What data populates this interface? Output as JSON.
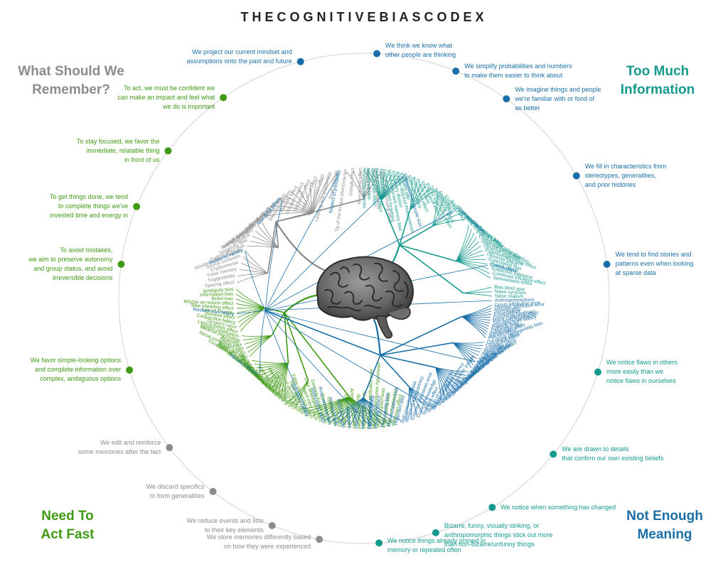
{
  "title": "THECOGNITIVEBIASCODEX",
  "colors": {
    "remember": "#8c8c8c",
    "information": "#159a8d",
    "meaning": "#1a6fa8",
    "fast": "#3f9a14",
    "circle": "#d5d5d5"
  },
  "quadrants": {
    "remember": {
      "line1": "What Should We",
      "line2": "Remember?"
    },
    "information": {
      "line1": "Too Much",
      "line2": "Information"
    },
    "fast": {
      "line1": "Need To",
      "line2": "Act Fast"
    },
    "meaning": {
      "line1": "Not Enough",
      "line2": "Meaning"
    }
  },
  "topics": [
    {
      "group": "remember",
      "lines": [
        "We store memories differently based",
        "on how they were experienced"
      ]
    },
    {
      "group": "remember",
      "lines": [
        "We reduce events and lists",
        "to their key elements"
      ]
    },
    {
      "group": "remember",
      "lines": [
        "We discard specifics",
        "to form generalities"
      ]
    },
    {
      "group": "remember",
      "lines": [
        "We edit and reinforce",
        "some memories after the fact"
      ]
    },
    {
      "group": "fast",
      "lines": [
        "We favor simple-looking options",
        "and complete information over",
        "complex, ambiguous options"
      ]
    },
    {
      "group": "fast",
      "lines": [
        "To avoid mistakes,",
        "we aim to preserve autonomy",
        "and group status, and avoid",
        "irreversible decisions"
      ]
    },
    {
      "group": "fast",
      "lines": [
        "To get things done, we tend",
        "to complete things we've",
        "invested time and energy in"
      ]
    },
    {
      "group": "fast",
      "lines": [
        "To stay focused, we favor the",
        "immediate, relatable thing",
        "in front of us"
      ]
    },
    {
      "group": "fast",
      "lines": [
        "To act, we must be confident we",
        "can make an impact and feel what",
        "we do is important"
      ]
    },
    {
      "group": "meaning",
      "lines": [
        "We project our current mindset and",
        "assumptions onto the past and future"
      ]
    },
    {
      "group": "meaning",
      "lines": [
        "We think we know what",
        "other people are thinking"
      ]
    },
    {
      "group": "meaning",
      "lines": [
        "We simplify probabilities and numbers",
        "to make them easier to think about"
      ]
    },
    {
      "group": "meaning",
      "lines": [
        "We imagine things and people",
        "we're familiar with or fond of",
        "as better"
      ]
    },
    {
      "group": "meaning",
      "lines": [
        "We fill in characteristics from",
        "stereotypes, generalities,",
        "and prior histories"
      ]
    },
    {
      "group": "meaning",
      "lines": [
        "We tend to find stories and",
        "patterns even when looking",
        "at sparse data"
      ]
    },
    {
      "group": "information",
      "lines": [
        "We notice flaws in others",
        "more easily than we",
        "notice flaws in ourselves"
      ]
    },
    {
      "group": "information",
      "lines": [
        "We are drawn to details",
        "that confirm our own existing beliefs"
      ]
    },
    {
      "group": "information",
      "lines": [
        "We notice when something has changed"
      ]
    },
    {
      "group": "information",
      "lines": [
        "Bizarre, funny, visually striking, or",
        "anthropomorphic things stick out more",
        "than non-bizarre/unfunny things"
      ]
    },
    {
      "group": "information",
      "lines": [
        "We notice things already primed in",
        "memory or repeated often"
      ]
    }
  ],
  "biases": {
    "remember": [
      "Tip of the tongue phenomenon",
      "Google effect",
      "Next-in-line effect",
      "Testing effect",
      "Absent-mindedness",
      "Levels of processing effect",
      "Suffix effect",
      "Serial position effect",
      "Part-list cueing effect",
      "Recency effect",
      "Primacy effect",
      "Memory inhibition",
      "Modality effect",
      "Duration neglect",
      "List-length effect",
      "Serial recall effect",
      "Misinformation effect",
      "Leveling and sharpening",
      "Peak-end rule",
      "Fading affect bias",
      "Negativity bias",
      "Prejudice",
      "Stereotypical bias",
      "Implicit stereotypes",
      "Implicit associations",
      "Spacing effect",
      "Suggestibility",
      "False memory",
      "Cryptomnesia",
      "Source confusion",
      "Misattribution of memory"
    ],
    "fast": [
      "Less-is-better effect",
      "Occam's razor",
      "Conjunction fallacy",
      "Delmore effect",
      "Law of Triviality",
      "Bike-shedding effect",
      "Rhyme as reason effect",
      "Belief bias",
      "Information bias",
      "Ambiguity bias",
      "Status quo bias",
      "Social comparison effect",
      "Decoy effect",
      "Reactance",
      "Reverse psychology",
      "System justification",
      "Backfire effect",
      "Endowment effect",
      "Processing difficulty effect",
      "Pseudocertainty effect",
      "Disposition effect",
      "Zero-risk bias",
      "Unit bias",
      "IKEA effect",
      "Loss aversion",
      "Generation effect",
      "Escalation of commitment",
      "Irrational escalation",
      "Sunk cost fallacy",
      "Identifiable victim effect",
      "Appeal to novelty",
      "Hyperbolic discounting",
      "Peltzman effect",
      "Risk compensation",
      "Effort justification",
      "Trait ascription bias",
      "Defensive attribution hypothesis",
      "Fundamental attribution error",
      "Illusory superiority",
      "Illusion of control",
      "Actor-observer bias",
      "Self-serving bias",
      "Barnum effect",
      "Forer effect",
      "Optimism bias",
      "Egocentric bias",
      "Dunning-Kruger effect",
      "Lake Wobegone effect",
      "Hard-easy effect",
      "False consensus effect",
      "Third-person effect",
      "Social desirability bias",
      "Overconfidence effect"
    ],
    "meaning": [
      "Self-consistency bias",
      "Projection bias",
      "Pro-innovation bias",
      "Time-saving bias",
      "Planning fallacy",
      "Pessimism bias",
      "Impact bias",
      "Declinism",
      "Moral luck",
      "Outcome bias",
      "Hindsight bias",
      "Rosy retrospection",
      "Telescoping effect",
      "Illusion of asymmetric insight",
      "Illusion of external agency",
      "Illusion of transparency",
      "Spotlight effect",
      "Curse of knowledge",
      "Extrinsic incentives error",
      "Illusion of transparency",
      "Subadditivity effect",
      "Survivorship bias",
      "Zero sum bias",
      "Denomination effect",
      "Magic number 7+-2",
      "Money illusion",
      "Mental accounting",
      "Appeal to probability fallacy",
      "Normalcy bias",
      "Murphy's Law",
      "Out-group homogeneity bias",
      "Cross-race effect",
      "In-group favoritism",
      "Halo effect",
      "Cheerleader effect",
      "Positivity effect",
      "Not invented here",
      "Reactive devaluation",
      "Well-traveled road effect",
      "Group attribution error",
      "Ultimate attribution error",
      "Stereotyping",
      "Essentialism",
      "Functional fixedness",
      "Moral credential effect",
      "Just-world hypothesis",
      "Argument from fallacy",
      "Authority bias",
      "Automation bias",
      "Bandwagon effect",
      "Placebo effect",
      "Confabulation",
      "Clustering illusion",
      "Insensitivity to sample size",
      "Neglect of probability",
      "Anecdotal fallacy",
      "Illusion of validity",
      "Masked-man fallacy",
      "Recency illusion",
      "Gambler's fallacy",
      "Hot-hand fallacy",
      "Illusory correlation",
      "Pareidolia",
      "Anthropomorphism"
    ],
    "information": [
      "Bias blind spot",
      "Naive cynicism",
      "Naive realism",
      "Confirmation bias",
      "Congruence bias",
      "Post-purchase rationalization",
      "Choice-supportive bias",
      "Selective perception",
      "Observer-expectancy effect",
      "Experimenter's bias",
      "Observer effect",
      "Expectation bias",
      "Ostrich effect",
      "Subjective validation",
      "Continued influence effect",
      "Semmelweis reflex",
      "Anchoring",
      "Contrast effect",
      "Focusing effect",
      "Framing effect",
      "Money illusion",
      "Weber-Fechner law",
      "Bizarreness effect",
      "Humor effect",
      "Von Restorff effect",
      "Picture superiority effect",
      "Self-relevance effect",
      "Negativity bias",
      "Availability heuristic",
      "Attentional bias",
      "Illusory truth effect",
      "Mere exposure effect",
      "Context effect",
      "Cue-dependent forgetting",
      "Mood-congruent memory bias",
      "Frequency illusion",
      "Baader-Meinhof Phenomenon",
      "Empathy gap",
      "Omission bias",
      "Base rate fallacy"
    ]
  }
}
